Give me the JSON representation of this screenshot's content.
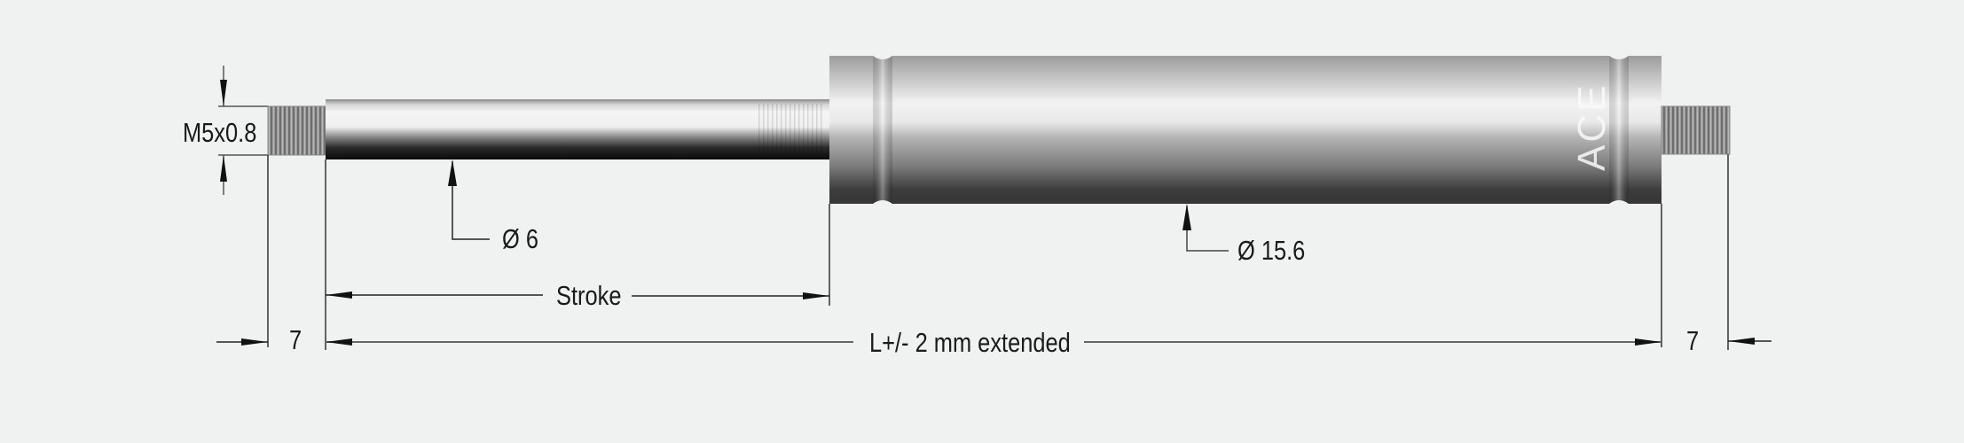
{
  "drawing": {
    "title": "Gas spring dimensional drawing",
    "brand_mark": "ACE",
    "background_color": "#f0f2f1",
    "line_color": "#1a1a1a"
  },
  "dimensions": {
    "thread_left": {
      "label": "M5x0.8"
    },
    "rod_diameter": {
      "symbol": "Ø",
      "value": "6",
      "label": "Ø 6"
    },
    "body_diameter": {
      "symbol": "Ø",
      "value": "15.6",
      "label": "Ø 15.6"
    },
    "stroke": {
      "label": "Stroke"
    },
    "overall_length": {
      "label": "L+/- 2 mm extended"
    },
    "thread_length_left": {
      "label": "7"
    },
    "thread_length_right": {
      "label": "7"
    }
  },
  "parts": [
    {
      "name": "left-thread",
      "type": "threaded-stud"
    },
    {
      "name": "piston-rod",
      "type": "rod"
    },
    {
      "name": "cylinder-body",
      "type": "cylinder"
    },
    {
      "name": "right-thread",
      "type": "threaded-stud"
    }
  ]
}
